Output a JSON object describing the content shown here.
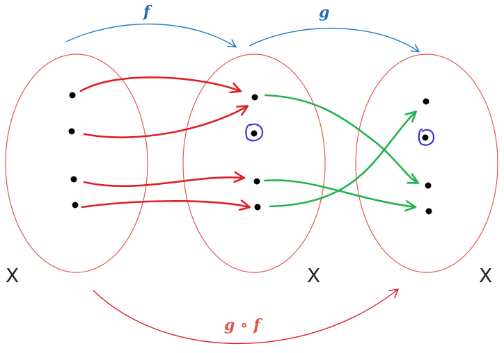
{
  "labels": {
    "f": "f",
    "g": "g",
    "composition": "g ∘ f"
  },
  "sets": {
    "left": "X",
    "middle": "X",
    "right": "X"
  },
  "colors": {
    "ellipse": "#e8534f",
    "mapping_f": "#e01e24",
    "mapping_g": "#22b14c",
    "top_arrow": "#1f7fc4",
    "composition_arrow": "#e01e24",
    "label_f": "#1f6fb8",
    "label_comp": "#e0524f",
    "circle_mark": "#3a3ad0",
    "dot": "#000000"
  }
}
